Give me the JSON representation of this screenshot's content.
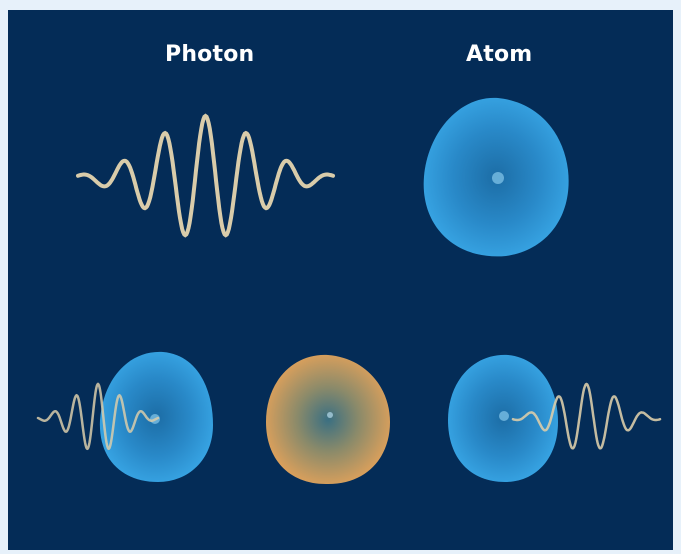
{
  "labels": {
    "photon": "Photon",
    "atom": "Atom"
  },
  "colors": {
    "background": "#042c57",
    "frame": "#e7f1fa",
    "wave": "#d9ccaa",
    "atom_ground": "#2f9ad8",
    "atom_excited": "#e0a25c",
    "label": "#ffffff"
  },
  "stages": [
    "photon-approaching-atom",
    "atom-excited",
    "photon-emitted-from-atom"
  ]
}
